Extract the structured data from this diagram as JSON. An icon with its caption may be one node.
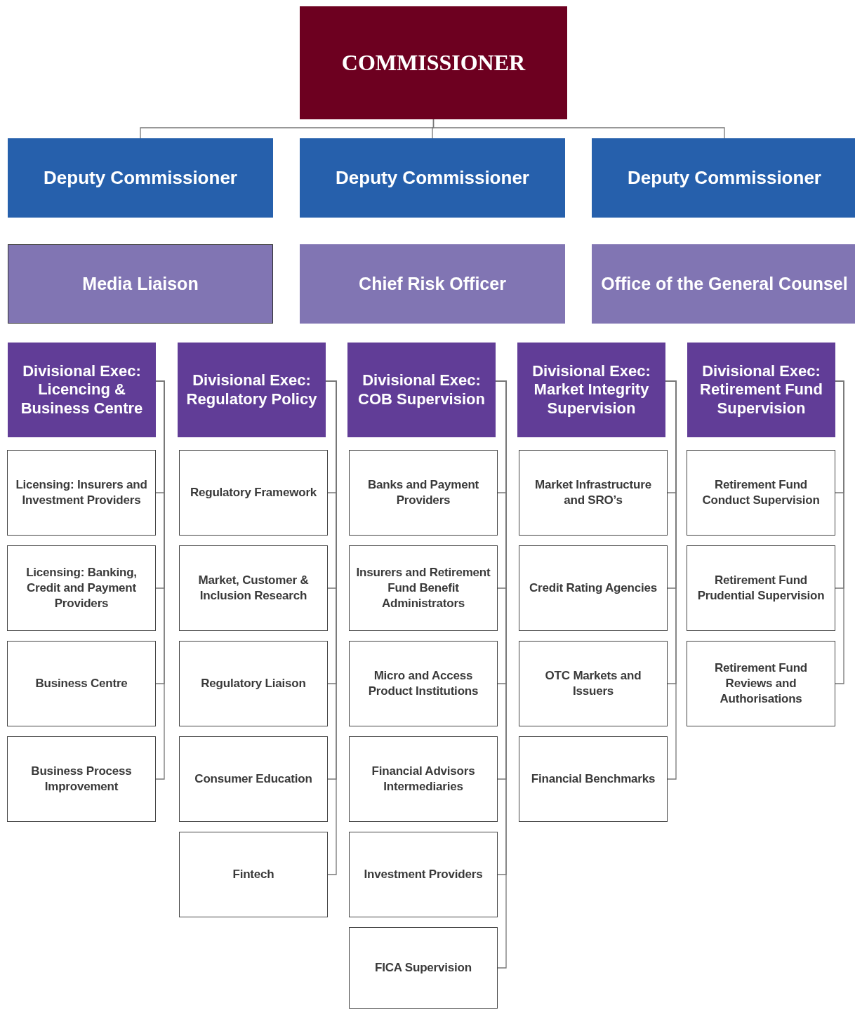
{
  "diagram": {
    "nodes": [
      {
        "text": [
          "COMMISSIONER"
        ]
      },
      {
        "text": [
          "Deputy Commissioner"
        ]
      },
      {
        "text": [
          "Deputy Commissioner"
        ]
      },
      {
        "text": [
          "Deputy Commissioner"
        ]
      },
      {
        "text": [
          "Media Liaison"
        ]
      },
      {
        "text": [
          "Chief Risk Officer"
        ]
      },
      {
        "text": [
          "Office of the General Counsel"
        ]
      },
      {
        "text": [
          "Divisional Exec:",
          "Licencing & Business Centre"
        ]
      },
      {
        "text": [
          "Licensing: Insurers and Investment Providers"
        ]
      },
      {
        "text": [
          "Licensing: Banking, Credit and Payment Providers"
        ]
      },
      {
        "text": [
          "Business Centre"
        ]
      },
      {
        "text": [
          "Business Process Improvement"
        ]
      },
      {
        "text": [
          "Divisional Exec:",
          "Regulatory Policy"
        ]
      },
      {
        "text": [
          "Regulatory Framework"
        ]
      },
      {
        "text": [
          "Market, Customer & Inclusion Research"
        ]
      },
      {
        "text": [
          "Regulatory Liaison"
        ]
      },
      {
        "text": [
          "Consumer Education"
        ]
      },
      {
        "text": [
          "Fintech"
        ]
      },
      {
        "text": [
          "Divisional Exec:",
          "COB Supervision"
        ]
      },
      {
        "text": [
          "Banks and Payment Providers"
        ]
      },
      {
        "text": [
          "Insurers and Retirement Fund Benefit Administrators"
        ]
      },
      {
        "text": [
          "Micro and Access Product Institutions"
        ]
      },
      {
        "text": [
          "Financial Advisors Intermediaries"
        ]
      },
      {
        "text": [
          "Investment Providers"
        ]
      },
      {
        "text": [
          "FICA Supervision"
        ]
      },
      {
        "text": [
          "Divisional Exec:",
          "Market Integrity Supervision"
        ]
      },
      {
        "text": [
          "Market Infrastructure and SRO’s"
        ]
      },
      {
        "text": [
          "Credit Rating Agencies"
        ]
      },
      {
        "text": [
          "OTC Markets and Issuers"
        ]
      },
      {
        "text": [
          "Financial Benchmarks"
        ]
      },
      {
        "text": [
          "Divisional Exec:",
          "Retirement Fund Supervision"
        ]
      },
      {
        "text": [
          "Retirement Fund Conduct Supervision"
        ]
      },
      {
        "text": [
          "Retirement Fund Prudential Supervision"
        ]
      },
      {
        "text": [
          "Retirement Fund Reviews and Authorisations"
        ]
      }
    ],
    "edges": [
      {
        "from": 0,
        "to": 1,
        "arrow": "none"
      },
      {
        "from": 0,
        "to": 2,
        "arrow": "none"
      },
      {
        "from": 0,
        "to": 3,
        "arrow": "none"
      },
      {
        "from": 7,
        "to": 8,
        "arrow": "none"
      },
      {
        "from": 7,
        "to": 9,
        "arrow": "none"
      },
      {
        "from": 7,
        "to": 10,
        "arrow": "none"
      },
      {
        "from": 7,
        "to": 11,
        "arrow": "none"
      },
      {
        "from": 12,
        "to": 13,
        "arrow": "none"
      },
      {
        "from": 12,
        "to": 14,
        "arrow": "none"
      },
      {
        "from": 12,
        "to": 15,
        "arrow": "none"
      },
      {
        "from": 12,
        "to": 16,
        "arrow": "none"
      },
      {
        "from": 12,
        "to": 17,
        "arrow": "none"
      },
      {
        "from": 18,
        "to": 19,
        "arrow": "none"
      },
      {
        "from": 18,
        "to": 20,
        "arrow": "none"
      },
      {
        "from": 18,
        "to": 21,
        "arrow": "none"
      },
      {
        "from": 18,
        "to": 22,
        "arrow": "none"
      },
      {
        "from": 18,
        "to": 23,
        "arrow": "none"
      },
      {
        "from": 18,
        "to": 24,
        "arrow": "none"
      },
      {
        "from": 25,
        "to": 26,
        "arrow": "none"
      },
      {
        "from": 25,
        "to": 27,
        "arrow": "none"
      },
      {
        "from": 25,
        "to": 28,
        "arrow": "none"
      },
      {
        "from": 25,
        "to": 29,
        "arrow": "none"
      },
      {
        "from": 30,
        "to": 31,
        "arrow": "none"
      },
      {
        "from": 30,
        "to": 32,
        "arrow": "none"
      },
      {
        "from": 30,
        "to": 33,
        "arrow": "none"
      }
    ]
  }
}
